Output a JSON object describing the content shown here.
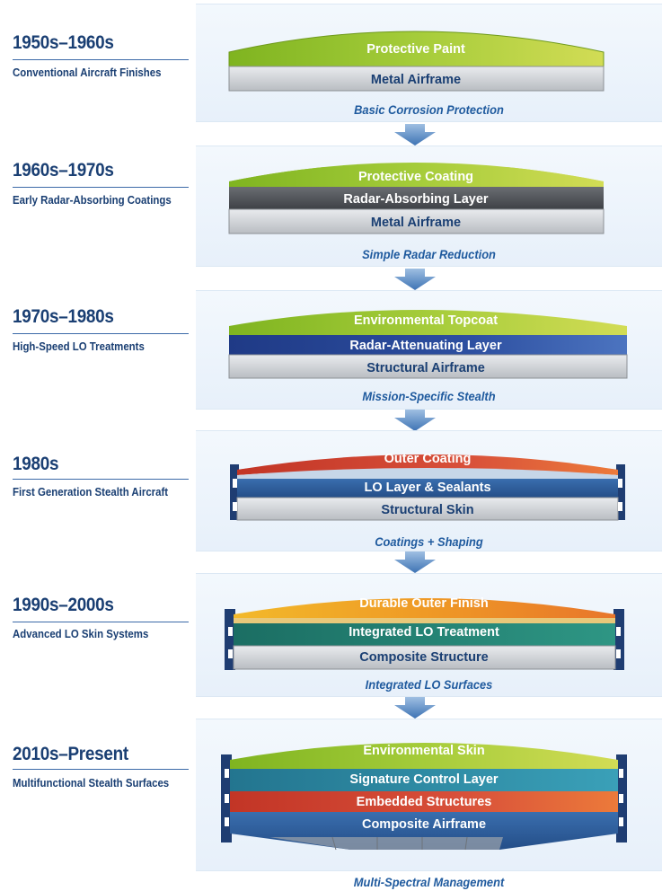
{
  "eras": [
    {
      "period": "1950s–1960s",
      "description": "Conventional Aircraft Finishes",
      "layers": [
        "Protective Paint",
        "Metal Airframe"
      ],
      "caption": "Basic Corrosion Protection"
    },
    {
      "period": "1960s–1970s",
      "description": "Early Radar-Absorbing Coatings",
      "layers": [
        "Protective Coating",
        "Radar-Absorbing Layer",
        "Metal Airframe"
      ],
      "caption": "Simple Radar Reduction"
    },
    {
      "period": "1970s–1980s",
      "description": "High-Speed LO Treatments",
      "layers": [
        "Environmental Topcoat",
        "Radar-Attenuating Layer",
        "Structural Airframe"
      ],
      "caption": "Mission-Specific Stealth"
    },
    {
      "period": "1980s",
      "description": "First Generation Stealth Aircraft",
      "layers": [
        "Outer Coating",
        "LO Layer & Sealants",
        "Structural Skin"
      ],
      "caption": "Coatings + Shaping"
    },
    {
      "period": "1990s–2000s",
      "description": "Advanced LO Skin Systems",
      "layers": [
        "Durable Outer Finish",
        "Integrated LO Treatment",
        "Composite Structure"
      ],
      "caption": "Integrated LO Surfaces"
    },
    {
      "period": "2010s–Present",
      "description": "Multifunctional Stealth Surfaces",
      "layers": [
        "Environmental Skin",
        "Signature Control Layer",
        "Embedded Structures",
        "Composite Airframe"
      ],
      "caption": "Multi-Spectral Management"
    }
  ],
  "colors": {
    "green": "#8cbf2a",
    "gray": "#c9ccd0",
    "dark": "#4f5257",
    "navy": "#23418a",
    "red": "#c9402c",
    "blue": "#2e5f9b",
    "teal": "#1f7d70",
    "orange": "#eda52a",
    "cyan": "#2d8aa6",
    "text": "#1a3f73",
    "caption": "#1f5a9e"
  }
}
